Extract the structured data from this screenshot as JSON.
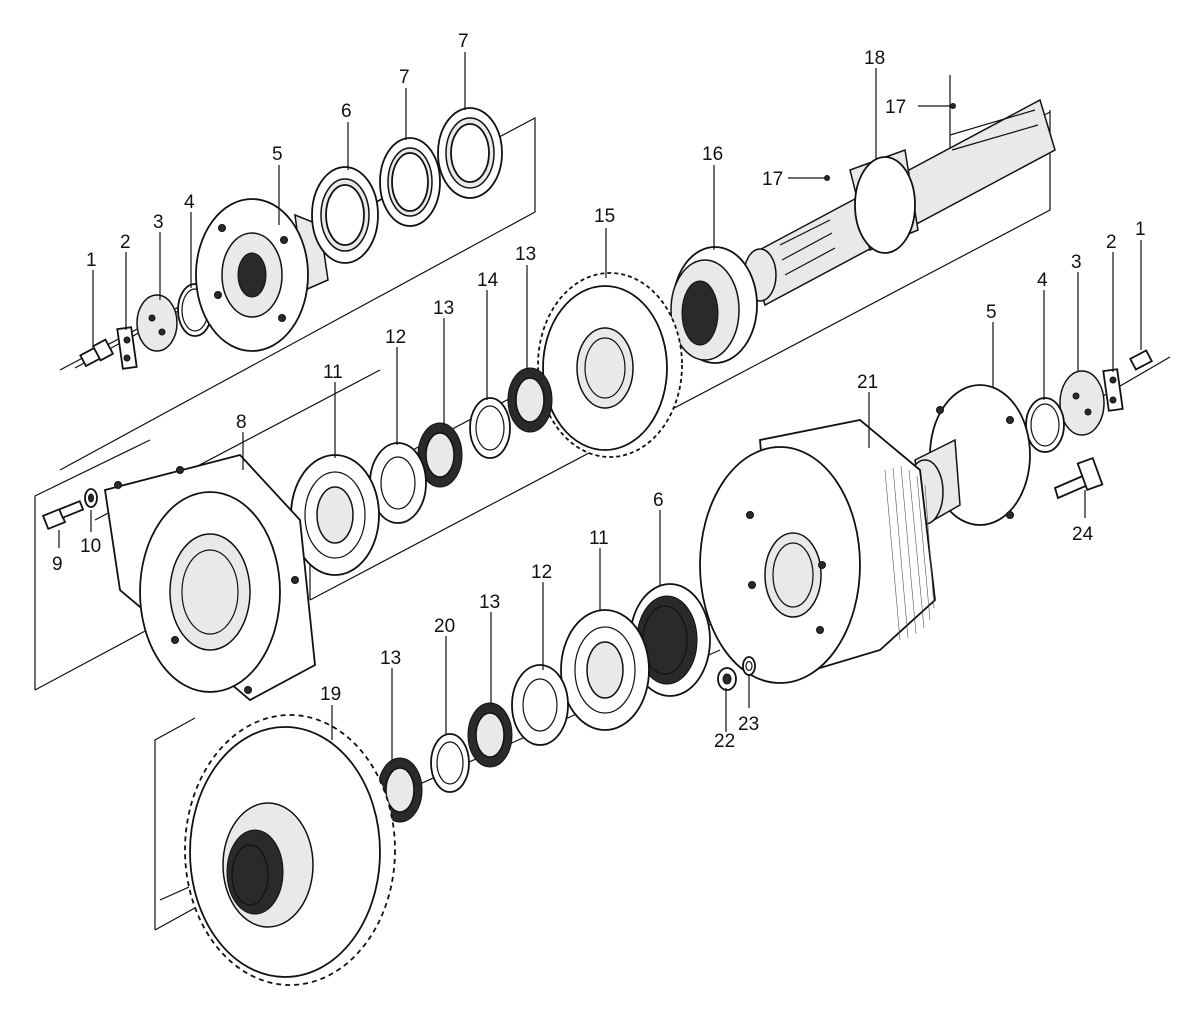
{
  "diagram": {
    "kind": "exploded-parts-drawing",
    "callouts": [
      {
        "id": "c1a",
        "text": "1"
      },
      {
        "id": "c2a",
        "text": "2"
      },
      {
        "id": "c3a",
        "text": "3"
      },
      {
        "id": "c4a",
        "text": "4"
      },
      {
        "id": "c5a",
        "text": "5"
      },
      {
        "id": "c6a",
        "text": "6"
      },
      {
        "id": "c7a",
        "text": "7"
      },
      {
        "id": "c7b",
        "text": "7"
      },
      {
        "id": "c18",
        "text": "18"
      },
      {
        "id": "c17a",
        "text": "17"
      },
      {
        "id": "c17b",
        "text": "17"
      },
      {
        "id": "c16",
        "text": "16"
      },
      {
        "id": "c15",
        "text": "15"
      },
      {
        "id": "c13a",
        "text": "13"
      },
      {
        "id": "c14",
        "text": "14"
      },
      {
        "id": "c13b",
        "text": "13"
      },
      {
        "id": "c12a",
        "text": "12"
      },
      {
        "id": "c11a",
        "text": "11"
      },
      {
        "id": "c8",
        "text": "8"
      },
      {
        "id": "c9",
        "text": "9"
      },
      {
        "id": "c10",
        "text": "10"
      },
      {
        "id": "c1b",
        "text": "1"
      },
      {
        "id": "c2b",
        "text": "2"
      },
      {
        "id": "c3b",
        "text": "3"
      },
      {
        "id": "c4b",
        "text": "4"
      },
      {
        "id": "c5b",
        "text": "5"
      },
      {
        "id": "c21",
        "text": "21"
      },
      {
        "id": "c24",
        "text": "24"
      },
      {
        "id": "c6b",
        "text": "6"
      },
      {
        "id": "c11b",
        "text": "11"
      },
      {
        "id": "c12b",
        "text": "12"
      },
      {
        "id": "c13c",
        "text": "13"
      },
      {
        "id": "c20",
        "text": "20"
      },
      {
        "id": "c13d",
        "text": "13"
      },
      {
        "id": "c19",
        "text": "19"
      },
      {
        "id": "c22",
        "text": "22"
      },
      {
        "id": "c23",
        "text": "23"
      }
    ]
  }
}
